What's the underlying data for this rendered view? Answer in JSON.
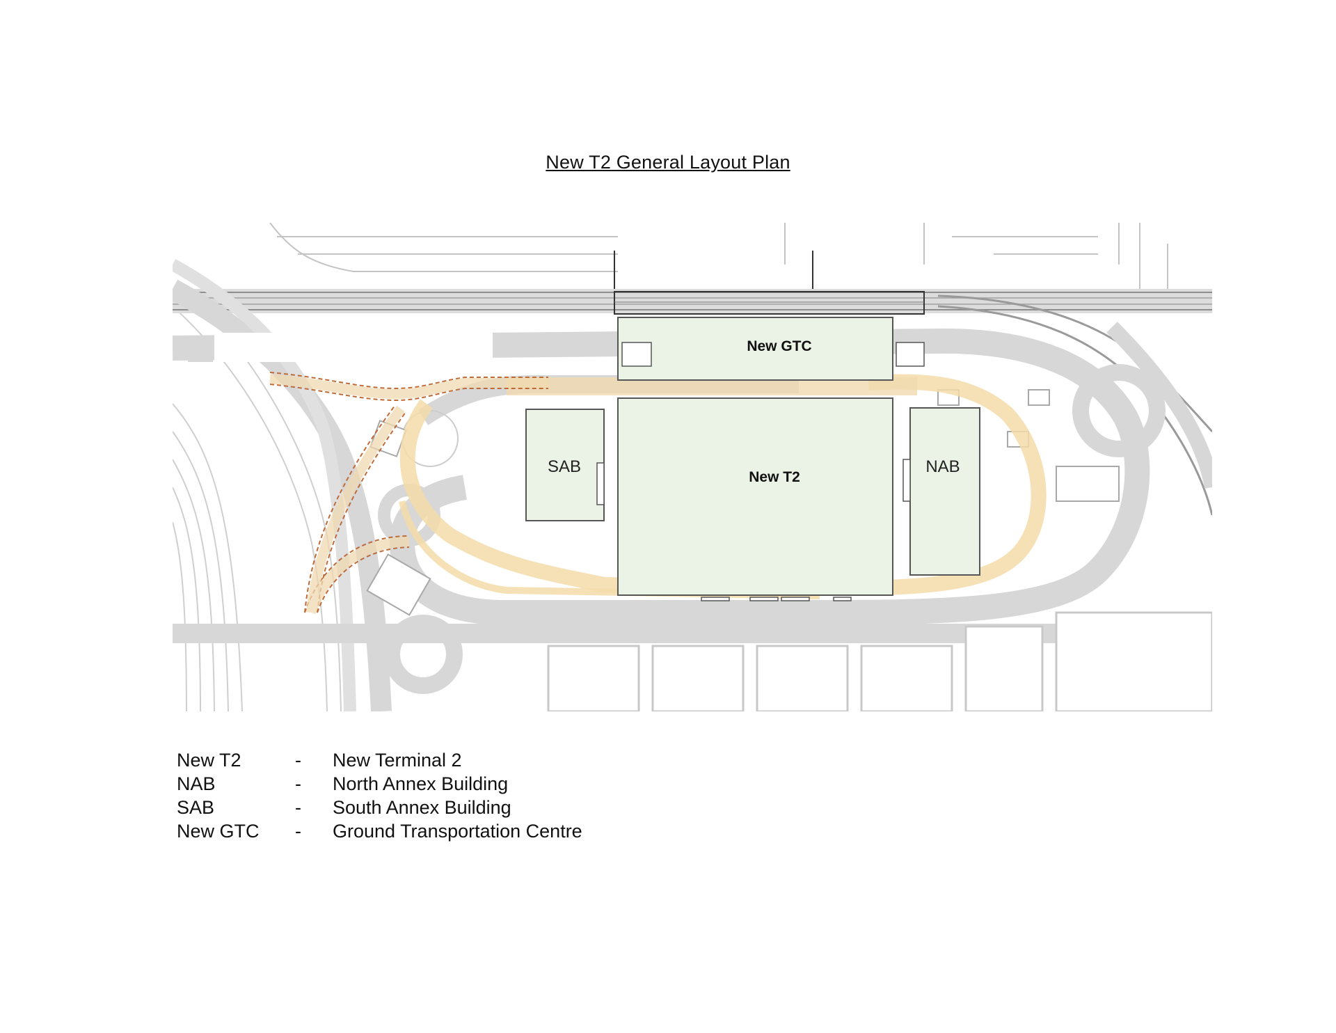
{
  "title": "New T2 General Layout Plan",
  "map": {
    "labels": {
      "gtc": "New GTC",
      "t2": "New T2",
      "sab": "SAB",
      "nab": "NAB"
    },
    "colors": {
      "building_fill": "#eaf3e6",
      "building_stroke": "#555555",
      "road_fill": "#d9d9d9",
      "road_line": "#bdbdbd",
      "proposed_route": "#f3dca8",
      "dashed_ramp": "#c06a36"
    }
  },
  "legend": [
    {
      "abbr": "New T2",
      "sep": "-",
      "desc": "New Terminal 2"
    },
    {
      "abbr": "NAB",
      "sep": "-",
      "desc": "North Annex Building"
    },
    {
      "abbr": "SAB",
      "sep": "-",
      "desc": "South Annex Building"
    },
    {
      "abbr": "New GTC",
      "sep": "-",
      "desc": "Ground Transportation Centre"
    }
  ]
}
